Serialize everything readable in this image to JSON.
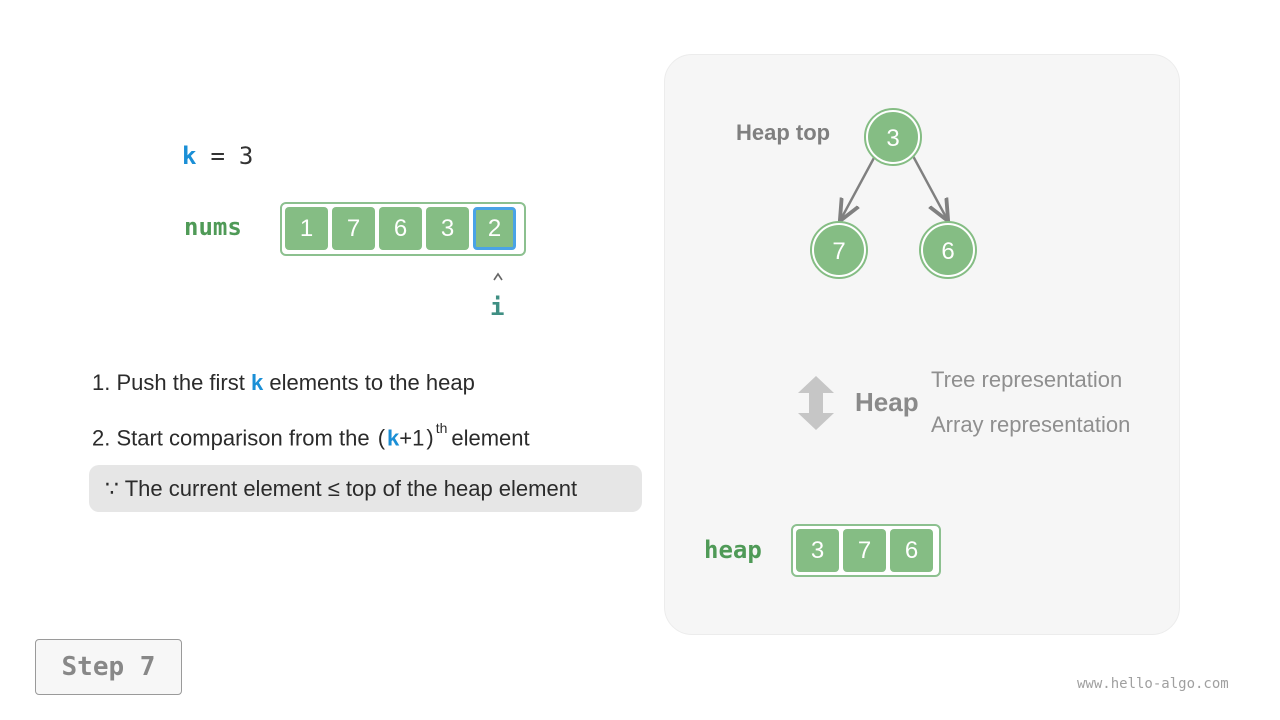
{
  "k_label": {
    "var": "k",
    "eq": "=",
    "value": "3"
  },
  "nums": {
    "label": "nums",
    "values": [
      "1",
      "7",
      "6",
      "3",
      "2"
    ],
    "selected_index": 4
  },
  "pointer": {
    "label": "i"
  },
  "steps": {
    "step1": {
      "prefix": "1. Push the first",
      "k": "k",
      "suffix": "elements to the heap"
    },
    "step2": {
      "prefix": "2. Start comparison from the",
      "open": "(",
      "k": "k",
      "plus_one": "+1",
      "close": ")",
      "sup": "th",
      "suffix": "element"
    }
  },
  "condition": "∵ The current element ≤ top of the heap element",
  "step_badge": "Step 7",
  "watermark": "www.hello-algo.com",
  "heap_panel": {
    "heap_top_label": "Heap top",
    "tree_nodes": [
      "3",
      "7",
      "6"
    ],
    "heap_word": "Heap",
    "tree_rep": "Tree representation",
    "array_rep": "Array representation",
    "heap_label": "heap",
    "heap_values": [
      "3",
      "7",
      "6"
    ]
  },
  "colors": {
    "node_fill": "#85bd84",
    "frame_border": "#8cc08f",
    "selected_border": "#4aa3e6",
    "k_blue": "#1a8fd6",
    "label_green": "#4f9a57",
    "pointer_teal": "#3f8f83"
  }
}
